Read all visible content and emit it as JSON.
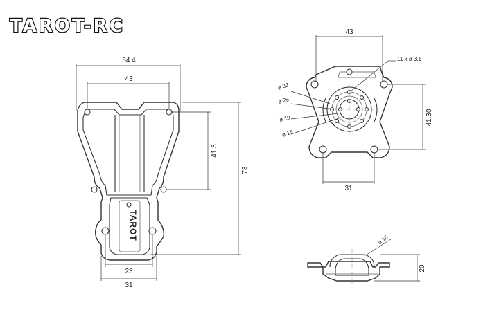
{
  "brand": {
    "logo_text": "TAROT-RC"
  },
  "left_view": {
    "dims": {
      "overall_width": "54.4",
      "top_holes": "43",
      "height_holes": "41.3",
      "total_height": "78",
      "inner_width": "23",
      "bottom_width": "31"
    },
    "emboss_text": "TAROT"
  },
  "top_right_view": {
    "dims": {
      "top_width": "43",
      "holes_note": "11 x ø 3.1",
      "d32": "ø 32",
      "d25": "ø 25",
      "d19": "ø 19",
      "d16": "ø 16",
      "height": "41.30",
      "bottom_width": "31"
    }
  },
  "bottom_right_view": {
    "dims": {
      "diameter": "ø 16",
      "height": "20"
    }
  }
}
